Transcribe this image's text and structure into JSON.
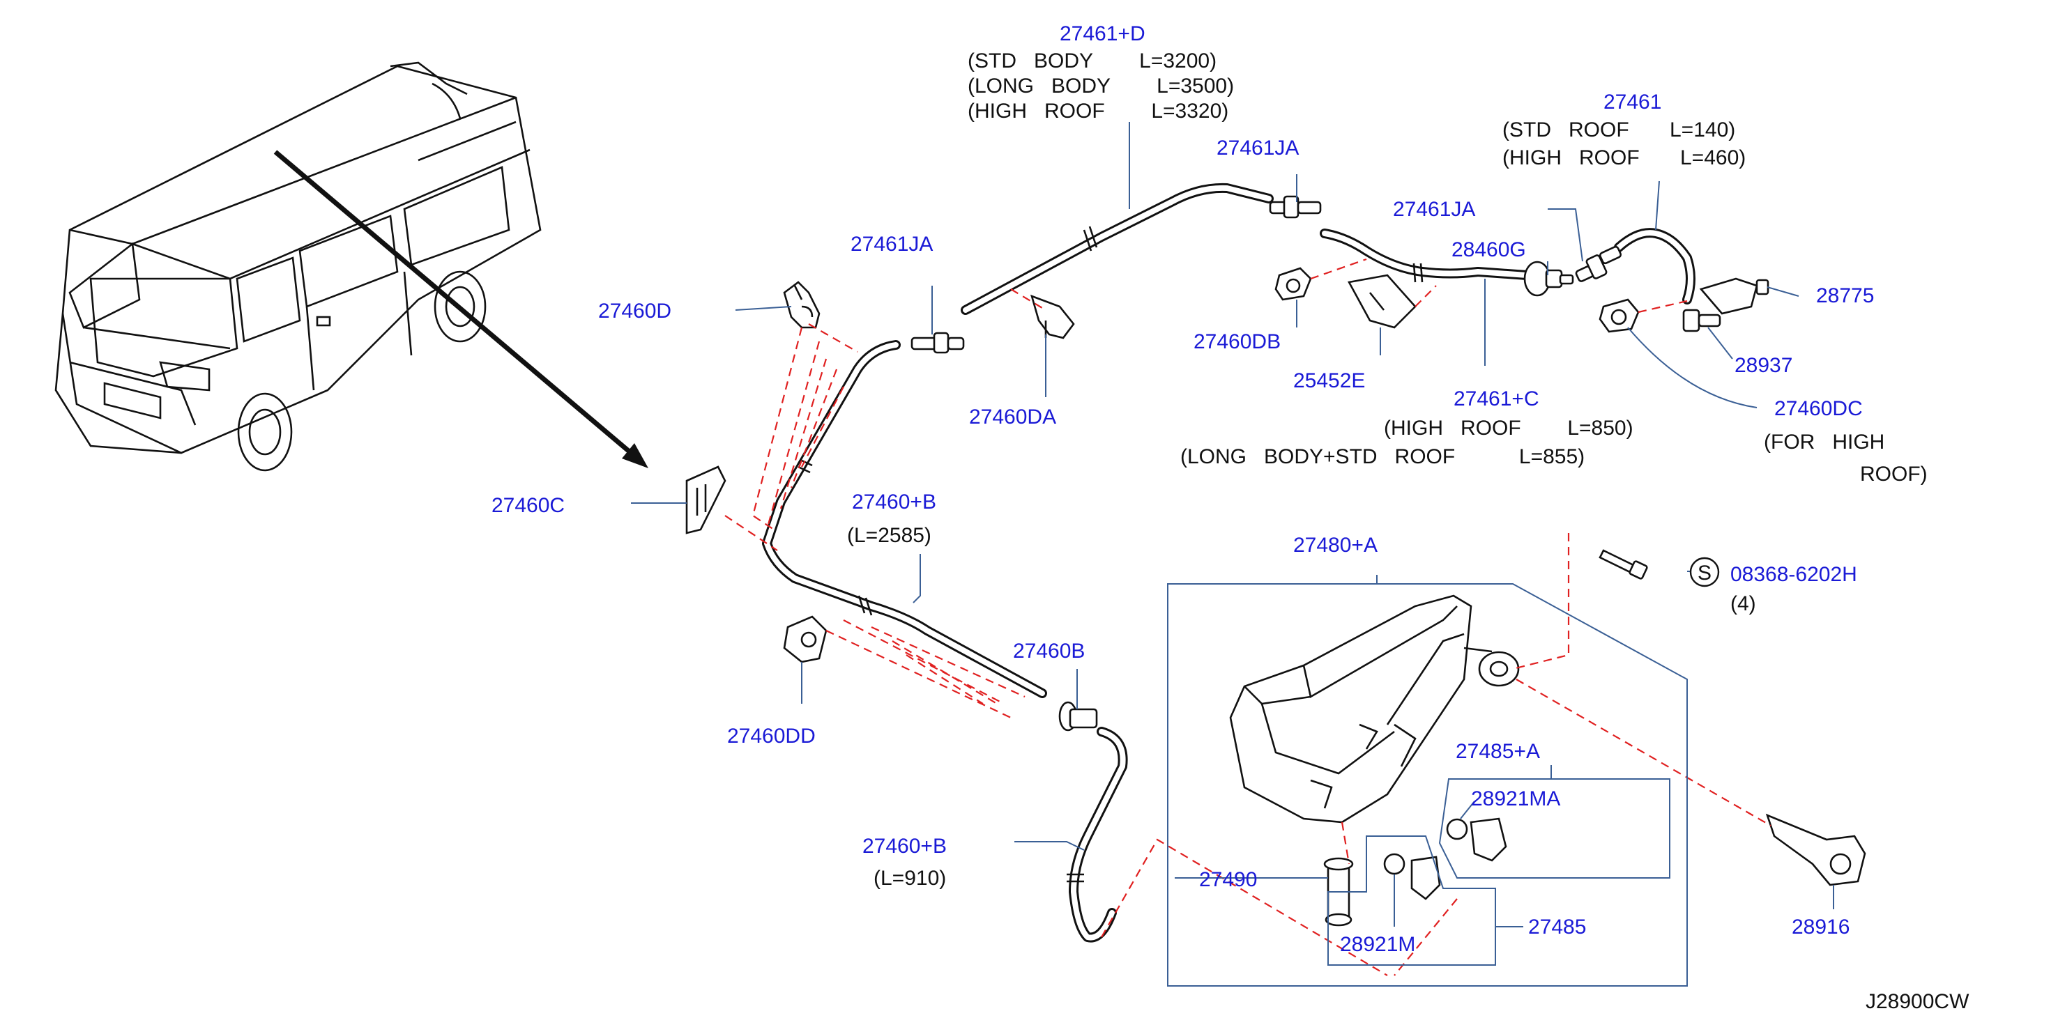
{
  "labels": {
    "p27461D": "27461+D",
    "p27461D_note1": "(STD   BODY        L=3200)",
    "p27461D_note2": "(LONG   BODY        L=3500)",
    "p27461D_note3": "(HIGH   ROOF        L=3320)",
    "p27461JA_top": "27461JA",
    "p27461": "27461",
    "p27461_note1": "(STD   ROOF       L=140)",
    "p27461_note2": "(HIGH   ROOF       L=460)",
    "p27461JA_right": "27461JA",
    "p28460G": "28460G",
    "p28775": "28775",
    "p27461JA_left": "27461JA",
    "p27460D": "27460D",
    "p27460DB": "27460DB",
    "p25452E": "25452E",
    "p28937": "28937",
    "p27460DA": "27460DA",
    "p27461C": "27461+C",
    "p27461C_note1": "(HIGH   ROOF        L=850)",
    "p27461C_note2": "(LONG   BODY+STD   ROOF           L=855)",
    "p27460DC": "27460DC",
    "p27460DC_note1": "(FOR   HIGH",
    "p27460DC_note2": "ROOF)",
    "p27460C": "27460C",
    "p27460B_main": "27460+B",
    "p27460B_main_note": "(L=2585)",
    "p27480A": "27480+A",
    "p08368": "08368-6202H",
    "p08368_note": "(4)",
    "bolt_symbol": "S",
    "p27460B_short": "27460B",
    "p27460DD": "27460DD",
    "p27485A": "27485+A",
    "p28921MA": "28921MA",
    "p27460B_lower": "27460+B",
    "p27460B_lower_note": "(L=910)",
    "p27490": "27490",
    "p28921M": "28921M",
    "p27485": "27485",
    "p28916": "28916",
    "diagram_code": "J28900CW"
  },
  "colors": {
    "part_number_text": "#1a1ad6",
    "leader_line": "#3a5f95",
    "dashed_connector": "#e02020",
    "line_art": "#111111"
  }
}
